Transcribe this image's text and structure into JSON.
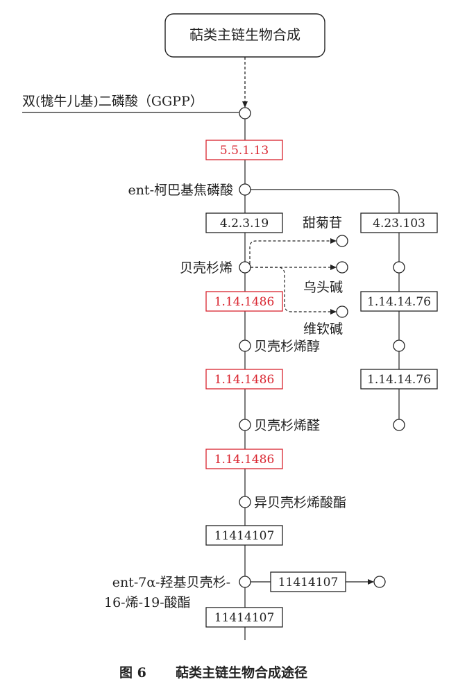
{
  "top_box": "萜类主链生物合成",
  "nodes": {
    "ggpp": "双(牻牛儿基)二磷酸（GGPP）",
    "ent_kaurenyl": "ent-柯巴基焦磷酸",
    "taxadiene": "贝壳杉烯",
    "taxadienol": "贝壳杉烯醇",
    "taxadienal": "贝壳杉烯醛",
    "iso_ester": "异贝壳杉烯酸酯",
    "final_line1": "ent-7α-羟基贝壳杉-",
    "final_line2": "16-烯-19-酸酯",
    "steviol_glycoside": "甜菊苷",
    "aconitine": "乌头碱",
    "atisine": "维钦碱"
  },
  "enzymes": {
    "e1": "5.5.1.13",
    "e2": "4.2.3.19",
    "e3": "4.23.103",
    "e4": "1.14.1486",
    "e5": "1.14.1486",
    "e6": "1.14.1486",
    "e7": "1.14.14.76",
    "e8": "1.14.14.76",
    "e9": "11414107",
    "e10": "11414107",
    "e11": "11414107"
  },
  "colors": {
    "highlight": "#d9232e",
    "normal": "#222222"
  },
  "caption": {
    "label": "图 6",
    "title": "萜类主链生物合成途径"
  }
}
